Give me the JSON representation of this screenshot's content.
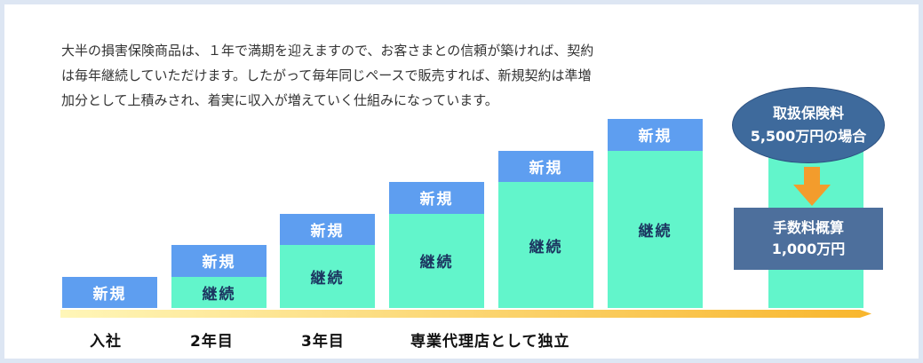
{
  "description": [
    "大半の損害保険商品は、１年で満期を迎えますので、お客さまとの信頼が築ければ、契約",
    "は毎年継続していただけます。したがって毎年同じペースで販売すれば、新規契約は準増",
    "加分として上積みされ、着実に収入が増えていく仕組みになっています。"
  ],
  "labels": {
    "new": "新規",
    "continuing": "継続"
  },
  "stages": [
    {
      "new": 1,
      "continuing": 0
    },
    {
      "new": 1,
      "continuing": 1
    },
    {
      "new": 1,
      "continuing": 2
    },
    {
      "new": 1,
      "continuing": 3
    },
    {
      "new": 1,
      "continuing": 4
    },
    {
      "new": 1,
      "continuing": 5
    },
    {
      "new": 0,
      "continuing": 6
    }
  ],
  "timeline": {
    "join": "入社",
    "year2": "2年目",
    "year3": "3年目",
    "independence": "専業代理店として独立"
  },
  "premium": {
    "line1": "取扱保険料",
    "line2": "5,500万円の場合"
  },
  "commission": {
    "line1": "手数料概算",
    "line2": "1,000万円"
  },
  "colors": {
    "new": "#5e9ef0",
    "continuing": "#62f5cb",
    "ellipse": "#3e6a9c",
    "box": "#4d6f9c",
    "arrow_start": "#fff6b8",
    "arrow_end": "#f8b62d",
    "down_arrow": "#f39c2c"
  }
}
